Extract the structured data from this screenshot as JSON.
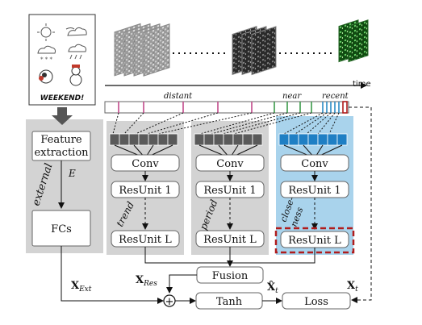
{
  "external_panel": {
    "weekend_text": "WEEKEND!",
    "feature_extraction": [
      "Feature",
      "extraction"
    ],
    "external_label": "external",
    "e_label": "E",
    "fcs_label": "FCs"
  },
  "timeline": {
    "time_label": "time",
    "distant_label": "distant",
    "near_label": "near",
    "recent_label": "recent"
  },
  "branches": {
    "trend": {
      "conv": "Conv",
      "resunit1": "ResUnit 1",
      "resunitL": "ResUnit L",
      "side_label": "trend"
    },
    "period": {
      "conv": "Conv",
      "resunit1": "ResUnit 1",
      "resunitL": "ResUnit L",
      "side_label": "period"
    },
    "closeness": {
      "conv": "Conv",
      "resunit1": "ResUnit 1",
      "resunitL": "ResUnit L",
      "side_label_1": "close-",
      "side_label_2": "ness"
    }
  },
  "bottom": {
    "fusion": "Fusion",
    "tanh": "Tanh",
    "loss": "Loss",
    "x_res": "X",
    "x_res_sub": "Res",
    "x_ext": "X",
    "x_ext_sub": "Ext",
    "x_hat": "X̂",
    "x_hat_sub": "t",
    "x_t": "X",
    "x_t_sub": "t",
    "plus": "+"
  },
  "colors": {
    "gray_panel": "#d3d3d3",
    "blue_panel": "#a9d3ec",
    "dark_square": "#5a5a5a",
    "blue_square": "#1f7fc4",
    "red_dash": "#b01c1c",
    "pink_tick": "#c24a8a",
    "green_tick": "#3a9a4a",
    "cyan_tick": "#2a8ac4"
  }
}
